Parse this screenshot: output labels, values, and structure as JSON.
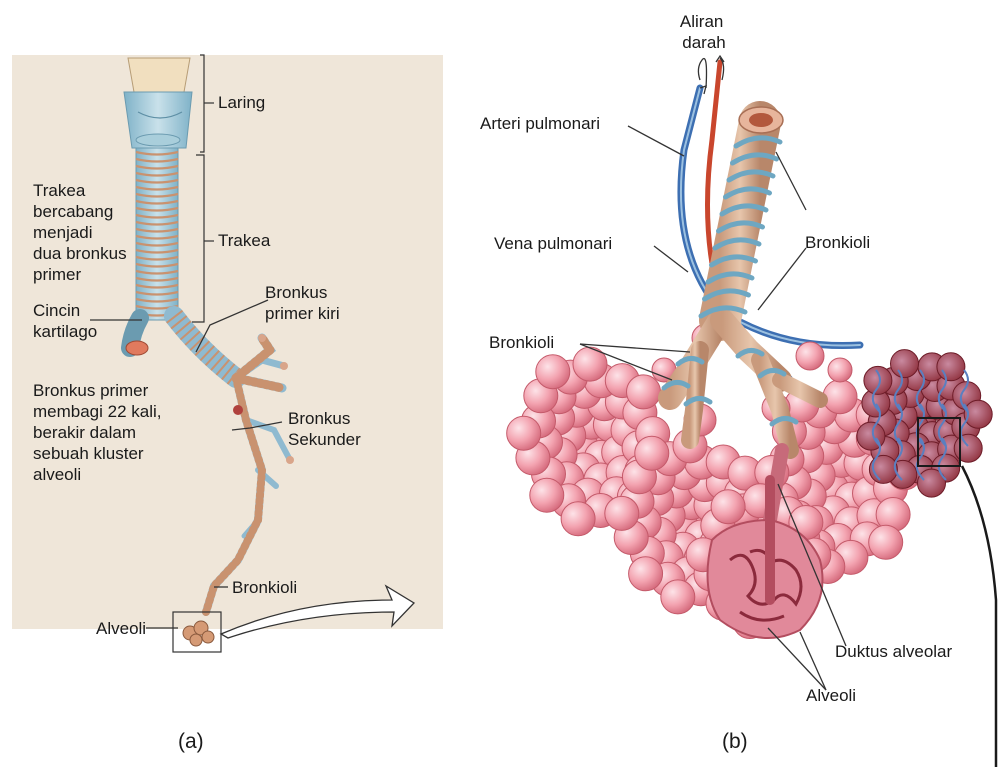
{
  "panel_a": {
    "labels": {
      "laring": "Laring",
      "trakea": "Trakea",
      "trakea_note": [
        "Trakea",
        "bercabang",
        "menjadi",
        "dua bronkus",
        "primer"
      ],
      "cincin": [
        "Cincin",
        "kartilago"
      ],
      "bronkus_primer_kiri": [
        "Bronkus",
        "primer kiri"
      ],
      "bronkus_primer_note": [
        "Bronkus primer",
        "membagi 22 kali,",
        "berakir dalam",
        "sebuah kluster",
        "alveoli"
      ],
      "bronkus_sekunder": [
        "Bronkus",
        "Sekunder"
      ],
      "bronkioli": "Bronkioli",
      "alveoli": "Alveoli"
    },
    "caption": "(a)"
  },
  "panel_b": {
    "labels": {
      "aliran_darah": [
        "Aliran",
        "darah"
      ],
      "arteri": "Arteri pulmonari",
      "vena": "Vena pulmonari",
      "bronkioli_right": "Bronkioli",
      "bronkioli_left": "Bronkioli",
      "duktus": "Duktus alveolar",
      "alveoli": "Alveoli"
    },
    "caption": "(b)"
  },
  "colors": {
    "panel_bg": "#efe6d9",
    "cartilage": "#9fc6d8",
    "tissue": "#d9b48f",
    "alveoli": "#f2a2ae",
    "artery": "#3d6fb2",
    "vein": "#c9462d"
  }
}
